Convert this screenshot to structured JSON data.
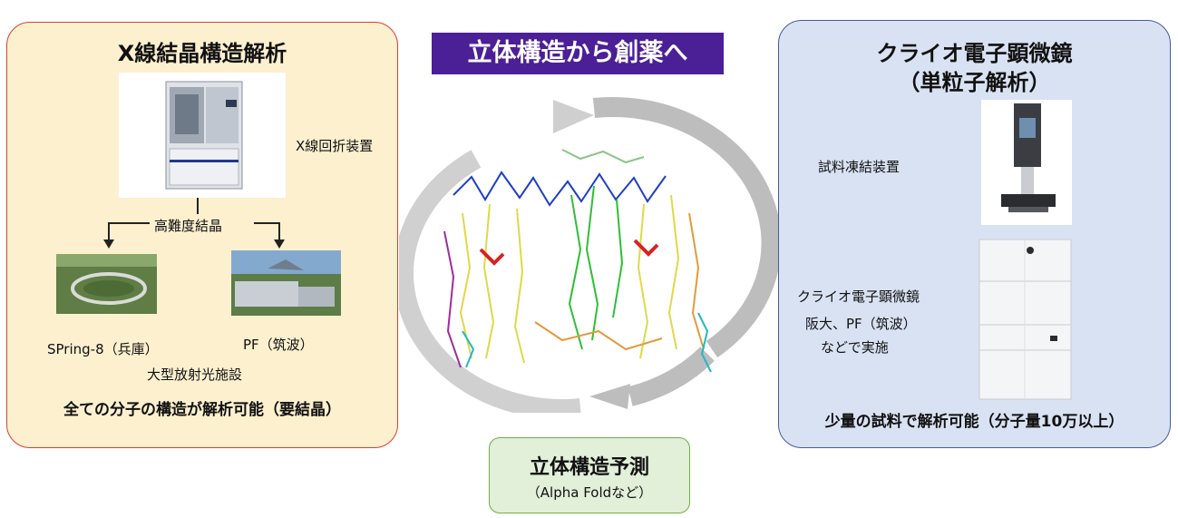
{
  "banner": "立体構造から創薬へ",
  "left": {
    "title": "X線結晶構造解析",
    "xray_label": "X線回折装置",
    "branch_label": "高難度結晶",
    "spring_label": "SPring-8（兵庫）",
    "pf_label": "PF（筑波）",
    "facility_label": "大型放射光施設",
    "footer": "全ての分子の構造が解析可能（要結晶）"
  },
  "right": {
    "title_line1": "クライオ電子顕微鏡",
    "title_line2": "（単粒子解析）",
    "vitrobot_label": "試料凍結装置",
    "cryo_label": "クライオ電子顕微鏡",
    "cryo_location1": "阪大、PF（筑波）",
    "cryo_location2": "などで実施",
    "footer": "少量の試料で解析可能（分子量10万以上）"
  },
  "bottom": {
    "title": "立体構造予測",
    "subtitle": "（Alpha Foldなど）"
  },
  "colors": {
    "left_panel_bg": "#fdf0cf",
    "left_panel_border": "#e23b2e",
    "right_panel_bg": "#d9e2f3",
    "right_panel_border": "#445c97",
    "banner_bg": "#4b1f96",
    "bottom_box_bg": "#e2efd9",
    "bottom_box_border": "#70ad47",
    "cycle_arrow": "#c9c9c9"
  }
}
